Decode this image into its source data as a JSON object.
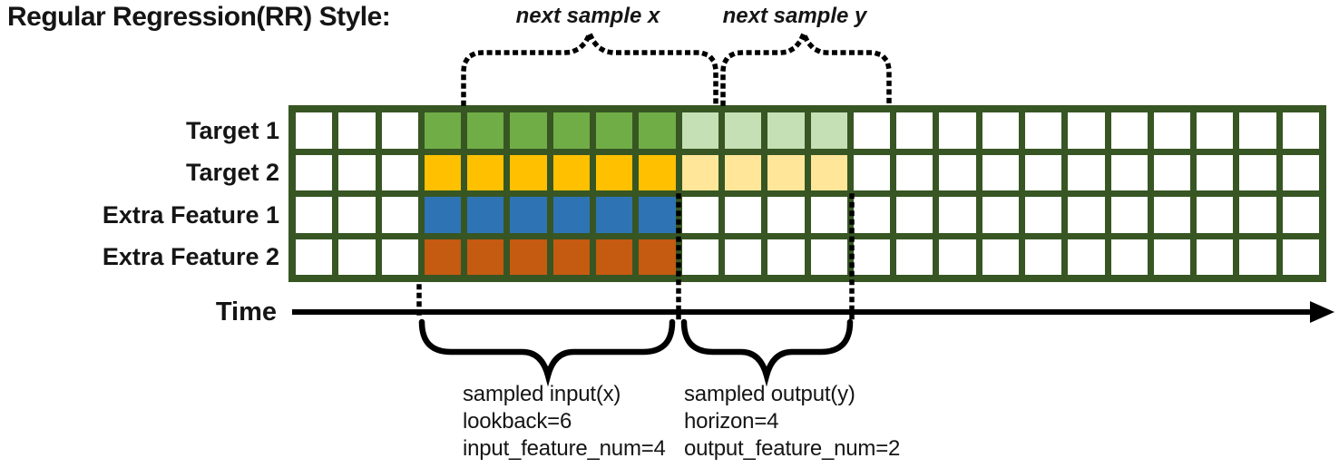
{
  "title": "Regular Regression(RR) Style:",
  "colors": {
    "grid_border": "#375623",
    "green": "#70AD47",
    "light_green": "#C5E0B4",
    "gold": "#FFC000",
    "light_gold": "#FFE699",
    "blue": "#2E74B5",
    "orange": "#C55A11",
    "empty": "#FFFFFF",
    "ink": "#000000"
  },
  "top_braces": [
    {
      "label": "next sample x"
    },
    {
      "label": "next sample y"
    }
  ],
  "grid": {
    "columns": 24,
    "rows": [
      {
        "label": "Target 1",
        "segments": [
          {
            "color": "empty",
            "count": 3
          },
          {
            "color": "green",
            "count": 6
          },
          {
            "color": "light_green",
            "count": 4
          },
          {
            "color": "empty",
            "count": 11
          }
        ]
      },
      {
        "label": "Target 2",
        "segments": [
          {
            "color": "empty",
            "count": 3
          },
          {
            "color": "gold",
            "count": 6
          },
          {
            "color": "light_gold",
            "count": 4
          },
          {
            "color": "empty",
            "count": 11
          }
        ]
      },
      {
        "label": "Extra Feature 1",
        "segments": [
          {
            "color": "empty",
            "count": 3
          },
          {
            "color": "blue",
            "count": 6
          },
          {
            "color": "empty",
            "count": 15
          }
        ]
      },
      {
        "label": "Extra Feature 2",
        "segments": [
          {
            "color": "empty",
            "count": 3
          },
          {
            "color": "orange",
            "count": 6
          },
          {
            "color": "empty",
            "count": 15
          }
        ]
      }
    ]
  },
  "time_axis": {
    "label": "Time"
  },
  "bottom_annotations": [
    {
      "lines": [
        "sampled input(x)",
        "lookback=6",
        "input_feature_num=4"
      ]
    },
    {
      "lines": [
        "sampled output(y)",
        "horizon=4",
        "output_feature_num=2"
      ]
    }
  ]
}
